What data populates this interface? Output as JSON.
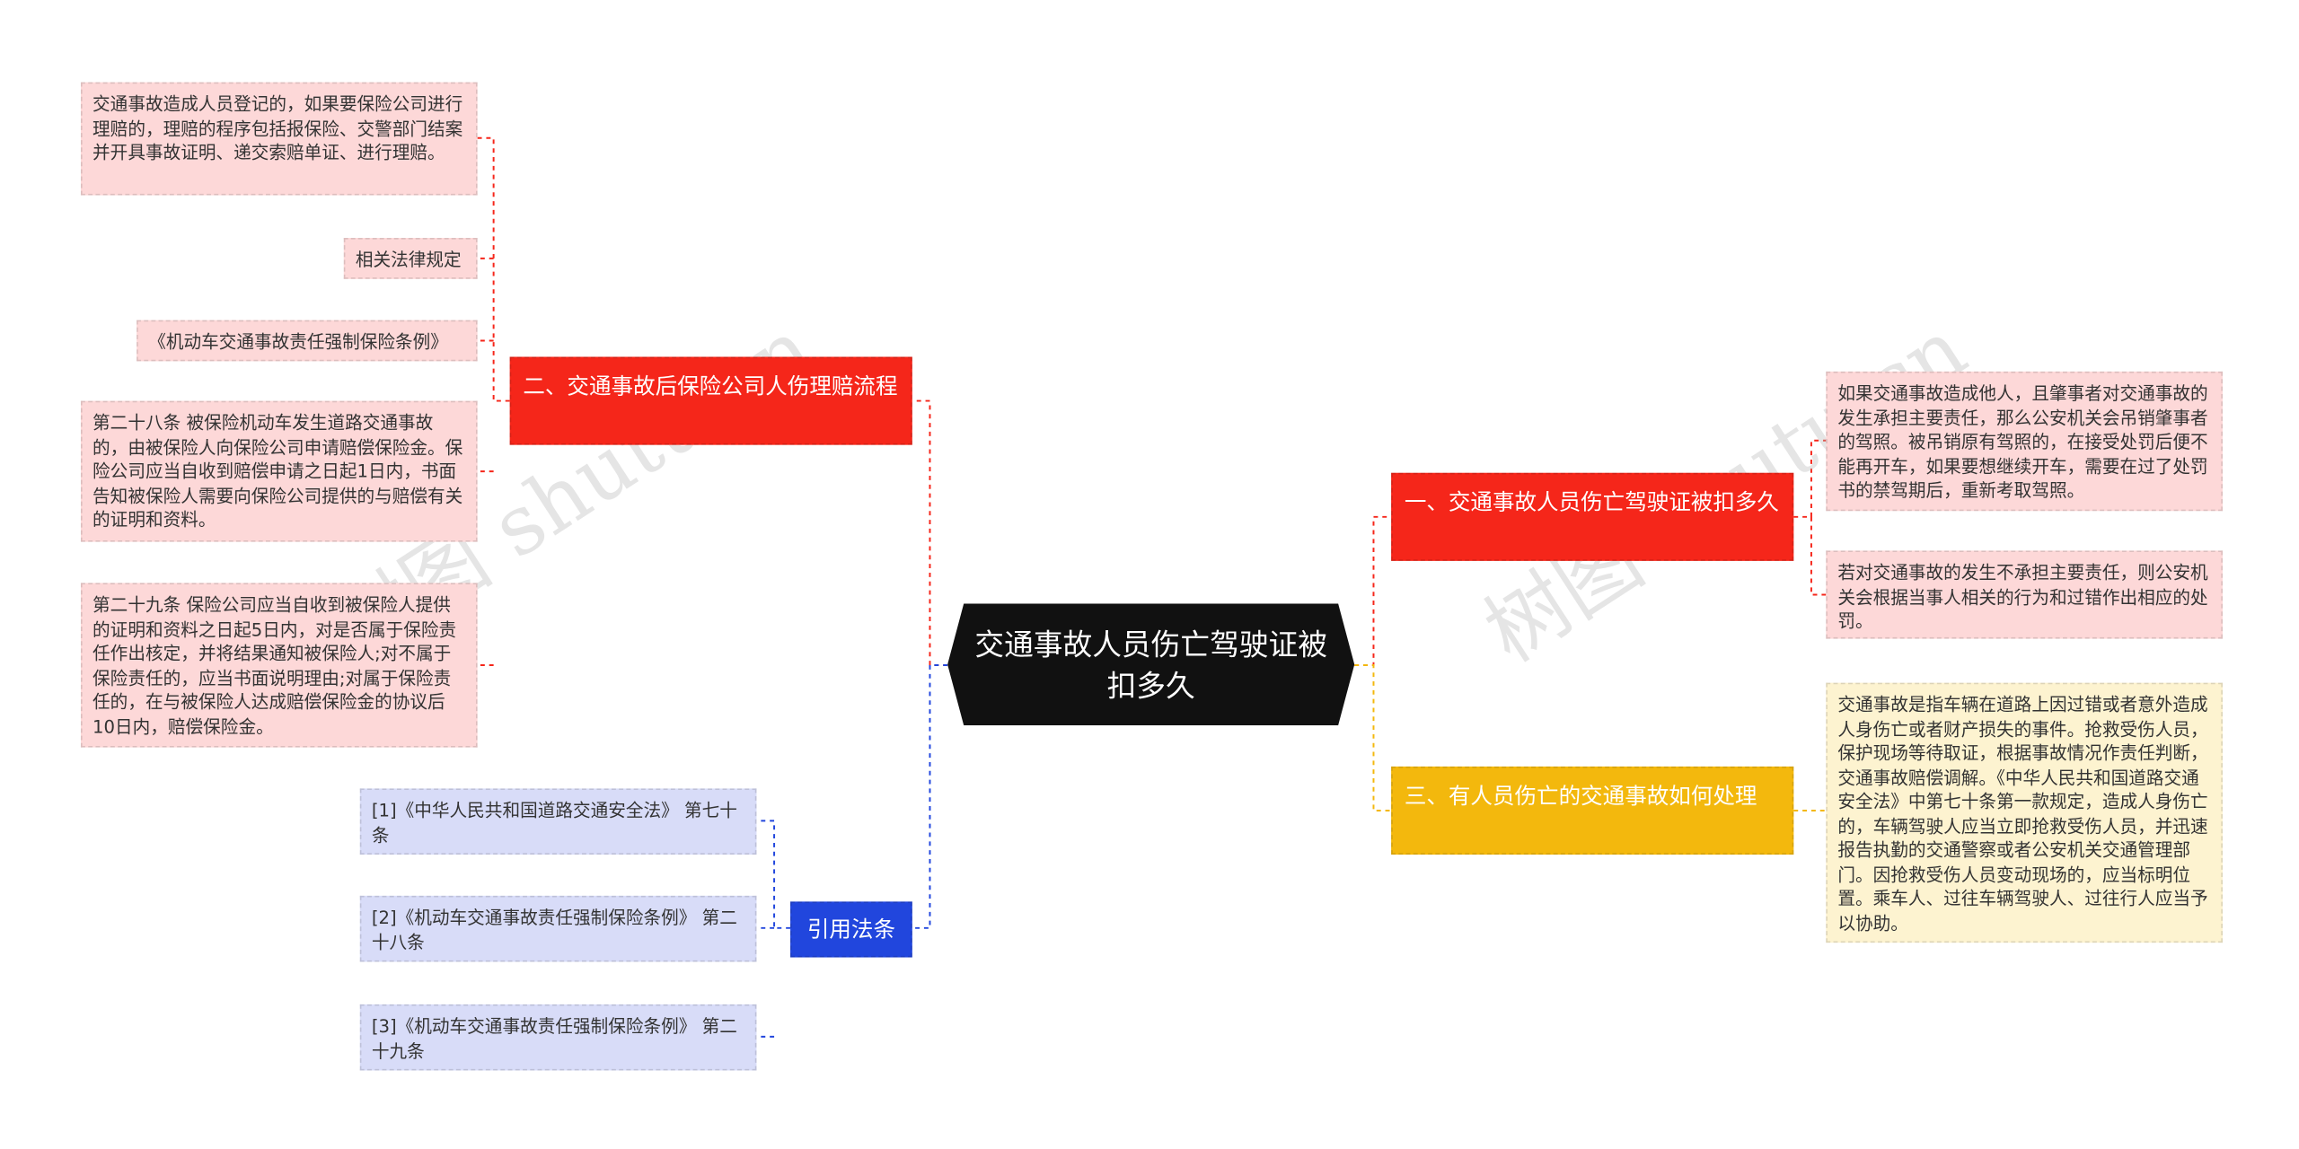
{
  "root": {
    "title": "交通事故人员伤亡驾驶证被扣多久"
  },
  "branches": {
    "b1": {
      "title": "一、交通事故人员伤亡驾驶证被扣多久",
      "items": [
        "如果交通事故造成他人，且肇事者对交通事故的发生承担主要责任，那么公安机关会吊销肇事者的驾照。被吊销原有驾照的，在接受处罚后便不能再开车，如果要想继续开车，需要在过了处罚书的禁驾期后，重新考取驾照。",
        "若对交通事故的发生不承担主要责任，则公安机关会根据当事人相关的行为和过错作出相应的处罚。"
      ]
    },
    "b2": {
      "title": "二、交通事故后保险公司人伤理赔流程",
      "items": [
        "交通事故造成人员登记的，如果要保险公司进行理赔的，理赔的程序包括报保险、交警部门结案并开具事故证明、递交索赔单证、进行理赔。",
        "相关法律规定",
        "《机动车交通事故责任强制保险条例》",
        "第二十八条 被保险机动车发生道路交通事故的，由被保险人向保险公司申请赔偿保险金。保险公司应当自收到赔偿申请之日起1日内，书面告知被保险人需要向保险公司提供的与赔偿有关的证明和资料。",
        "第二十九条 保险公司应当自收到被保险人提供的证明和资料之日起5日内，对是否属于保险责任作出核定，并将结果通知被保险人;对不属于保险责任的，应当书面说明理由;对属于保险责任的，在与被保险人达成赔偿保险金的协议后10日内，赔偿保险金。"
      ]
    },
    "b3": {
      "title": "三、有人员伤亡的交通事故如何处理",
      "items": [
        "交通事故是指车辆在道路上因过错或者意外造成人身伤亡或者财产损失的事件。抢救受伤人员，保护现场等待取证，根据事故情况作责任判断，交通事故赔偿调解。《中华人民共和国道路交通安全法》中第七十条第一款规定，造成人身伤亡的，车辆驾驶人应当立即抢救受伤人员，并迅速报告执勤的交通警察或者公安机关交通管理部门。因抢救受伤人员变动现场的，应当标明位置。乘车人、过往车辆驾驶人、过往行人应当予以协助。"
      ]
    },
    "b4": {
      "title": "引用法条",
      "items": [
        "[1]《中华人民共和国道路交通安全法》 第七十条",
        "[2]《机动车交通事故责任强制保险条例》 第二十八条",
        "[3]《机动车交通事故责任强制保险条例》 第二十九条"
      ]
    }
  },
  "watermark": "树图 shutu.cn",
  "colors": {
    "red": "#f5261a",
    "gold": "#f3b80d",
    "blue": "#2146dd",
    "center": "#111111",
    "pink_leaf": "#fdd8d8",
    "violet_leaf": "#d8dcf8",
    "cream_leaf": "#fdf3d0"
  }
}
